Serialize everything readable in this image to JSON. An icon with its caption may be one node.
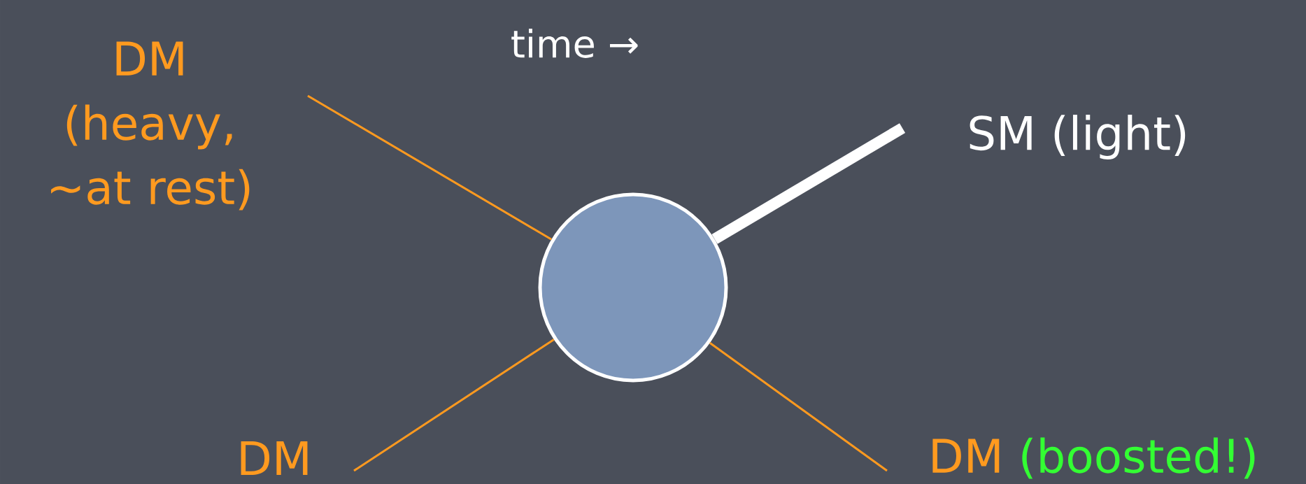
{
  "diagram": {
    "nodes": [
      {
        "text": [
          "DM (heavy, ∼at rest)"
        ]
      },
      {
        "text": [
          "SM (light)"
        ]
      },
      {
        "text": [
          "DM"
        ]
      },
      {
        "text": [
          "DM",
          "(boosted!)"
        ]
      },
      {
        "text": [],
        "shape": "circle"
      }
    ],
    "edges": [
      {
        "from": 0,
        "to": 4,
        "arrow": "none"
      },
      {
        "from": 2,
        "to": 4,
        "arrow": "none"
      },
      {
        "from": 4,
        "to": 3,
        "arrow": "none"
      },
      {
        "from": 4,
        "to": 1,
        "arrow": "none",
        "style": "thick",
        "color": "#ffffff"
      }
    ],
    "labels": [
      "time →"
    ]
  }
}
